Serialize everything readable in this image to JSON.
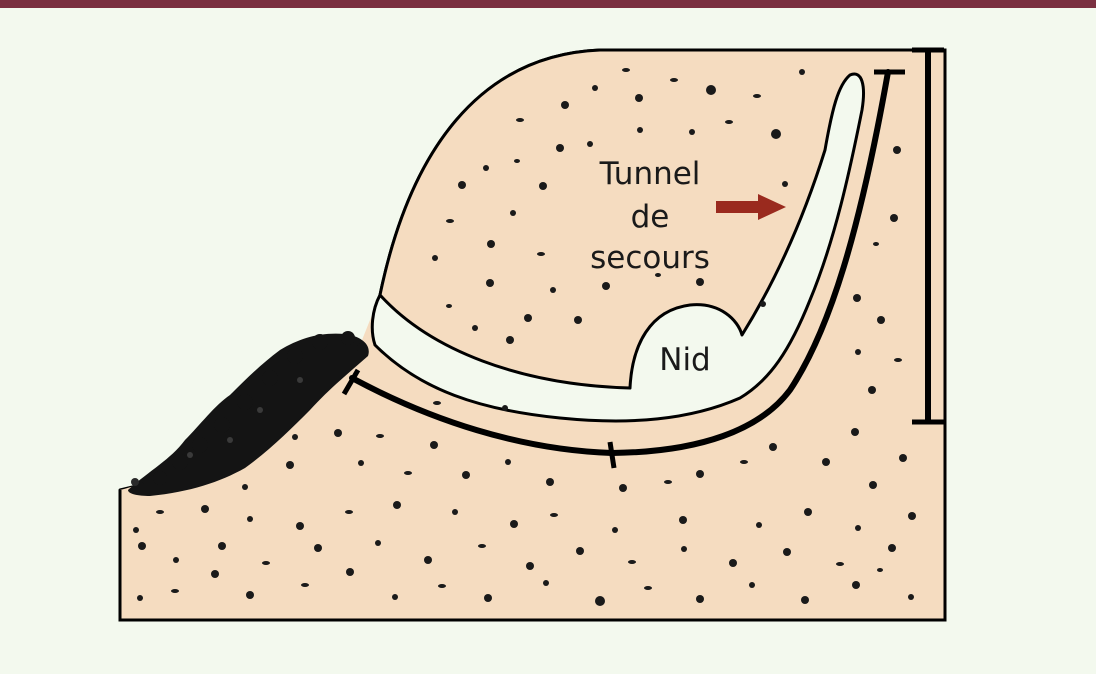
{
  "labels": {
    "tunnel_line1": "Tunnel",
    "tunnel_line2": "de",
    "tunnel_line3": "secours",
    "nid": "Nid"
  },
  "colors": {
    "background": "#f3f9ee",
    "top_bar": "#7a3040",
    "soil": "#f5dcc0",
    "tunnel_cavity": "#f3f9ee",
    "spoil_heap": "#141414",
    "arrow": "#9a2a1e",
    "outline": "#000000"
  },
  "icons": {
    "arrow": "right-arrow-icon"
  }
}
